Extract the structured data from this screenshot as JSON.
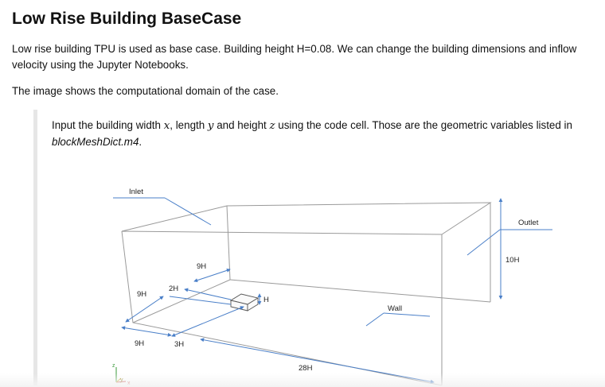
{
  "title": "Low Rise Building BaseCase",
  "intro": "Low rise building TPU is used as base case. Building height H=0.08. We can change the building dimensions and inflow velocity using the Jupyter Notebooks.",
  "image_note": "The image shows the computational domain of the case.",
  "quote": {
    "before": "Input the building width ",
    "var_x": "x",
    "sep1": ", length ",
    "var_y": "y",
    "sep2": " and height ",
    "var_z": "z",
    "after": " using the code cell. Those are the geometric variables listed in ",
    "filename": "blockMeshDict.m4",
    "end": "."
  },
  "diagram": {
    "labels": {
      "inlet": "Inlet",
      "outlet": "Outlet",
      "wall": "Wall",
      "height_10h": "10H",
      "top_9h": "9H",
      "side_9h": "9H",
      "bottom_9h": "9H",
      "dist_2h": "2H",
      "dist_3h": "3H",
      "length_28h": "28H",
      "building_h": "H"
    },
    "axes": {
      "z": "z",
      "y": "y",
      "x": "x"
    },
    "colors": {
      "edge": "#9a9a9a",
      "dim": "#4a7fc8"
    }
  }
}
